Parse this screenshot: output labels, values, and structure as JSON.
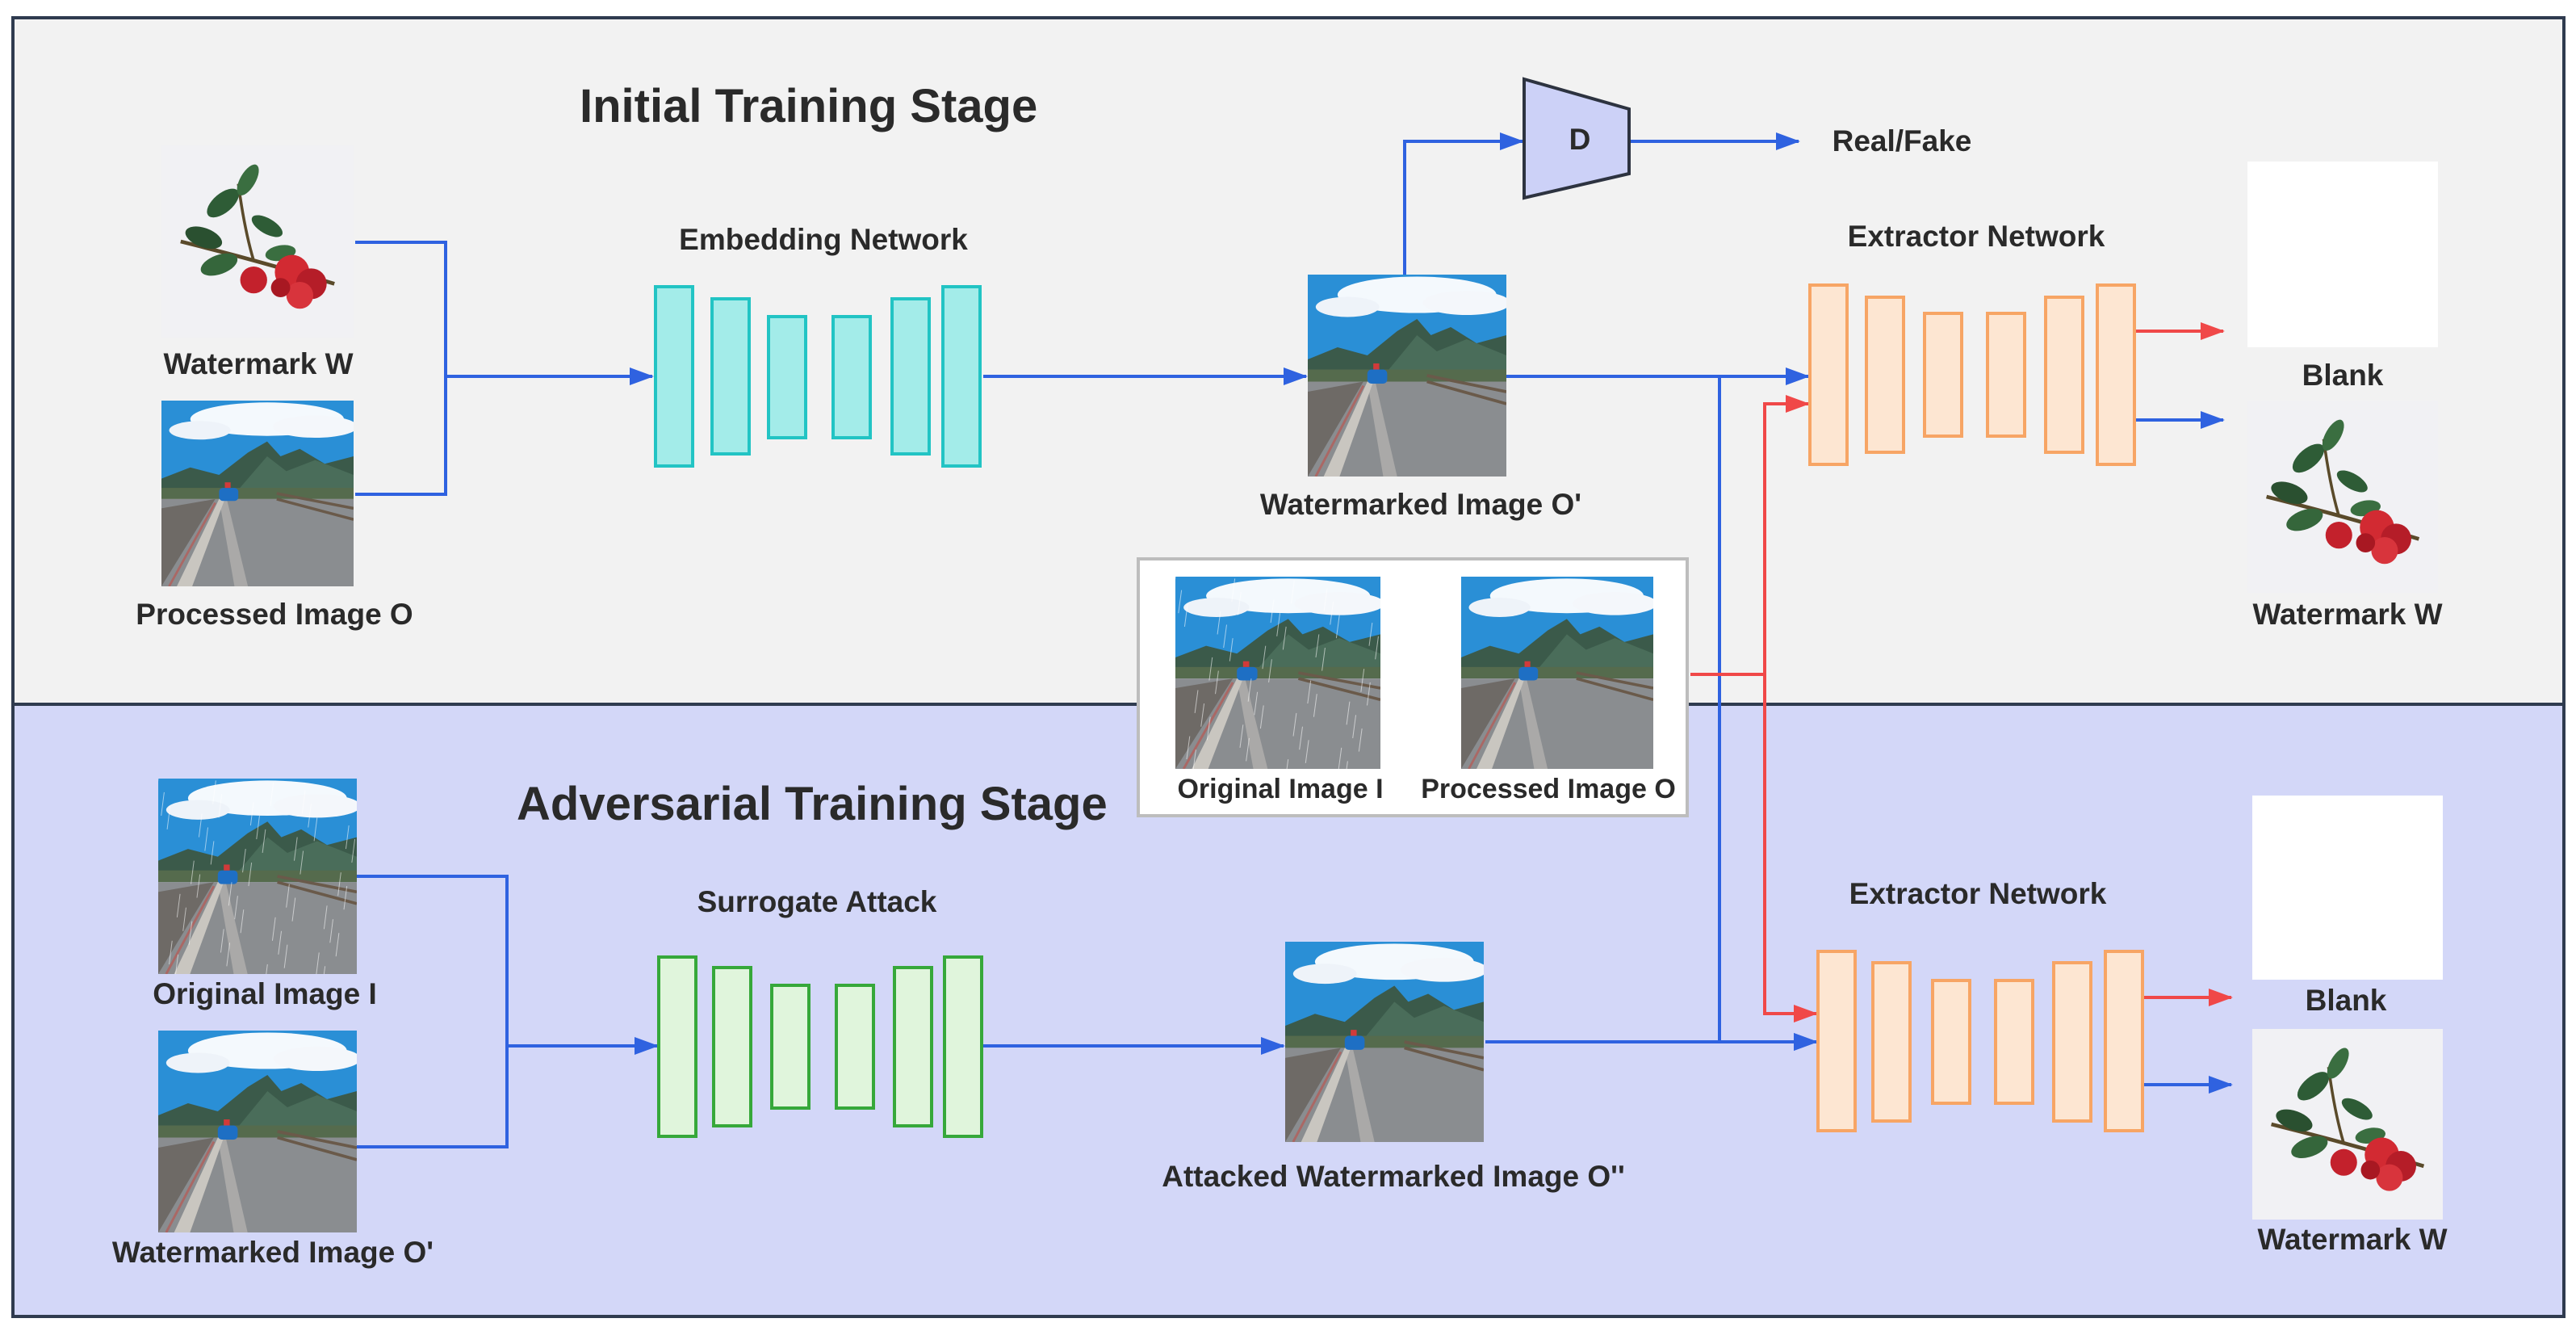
{
  "stages": {
    "initial_title": "Initial Training Stage",
    "adversarial_title": "Adversarial Training Stage"
  },
  "networks": {
    "embedding": "Embedding Network",
    "extractor_top": "Extractor Network",
    "surrogate": "Surrogate Attack",
    "extractor_bottom": "Extractor Network",
    "discriminator": "D"
  },
  "labels": {
    "watermark_w_input": "Watermark W",
    "processed_image_o_input": "Processed Image O",
    "watermarked_image": "Watermarked Image O'",
    "real_fake": "Real/Fake",
    "blank_top": "Blank",
    "watermark_w_top_out": "Watermark W",
    "inset_original": "Original Image I",
    "inset_processed": "Processed Image O",
    "original_image_i_input": "Original Image I",
    "watermarked_image_input": "Watermarked Image O'",
    "attacked_image": "Attacked Watermarked Image O''",
    "blank_bottom": "Blank",
    "watermark_w_bottom_out": "Watermark W"
  },
  "colors": {
    "initial_bg": "#f2f2f2",
    "adversarial_bg": "#d3d7f8",
    "border": "#2f3b4f",
    "blue_arrow": "#2f62e0",
    "red_arrow": "#f04848",
    "embedding_fill": "#a3ece9",
    "embedding_stroke": "#22c4c4",
    "extractor_fill": "#fde6d2",
    "extractor_stroke": "#f7a565",
    "surrogate_fill": "#e0f5dc",
    "surrogate_stroke": "#36a83a",
    "disc_fill": "#ccd1f7",
    "disc_stroke": "#2d3340"
  },
  "icons": {
    "flower": "rose-watermark-icon",
    "scene": "road-mountain-scene-icon"
  }
}
